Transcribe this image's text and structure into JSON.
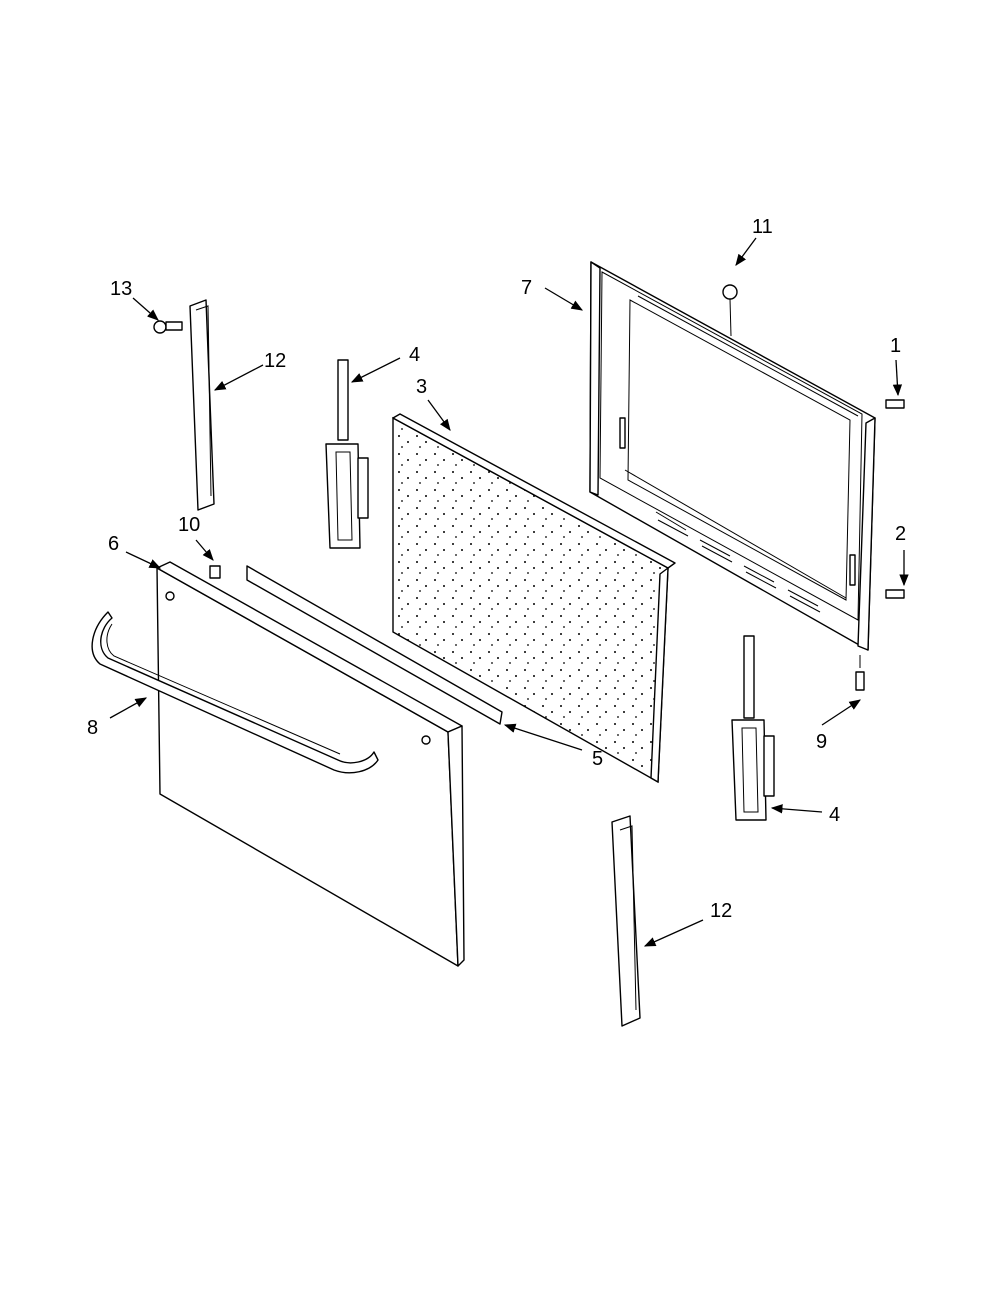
{
  "callouts": {
    "c1": "1",
    "c2": "2",
    "c3": "3",
    "c4a": "4",
    "c4b": "4",
    "c5": "5",
    "c6": "6",
    "c7": "7",
    "c8": "8",
    "c9": "9",
    "c10": "10",
    "c11": "11",
    "c12a": "12",
    "c12b": "12",
    "c13": "13"
  }
}
